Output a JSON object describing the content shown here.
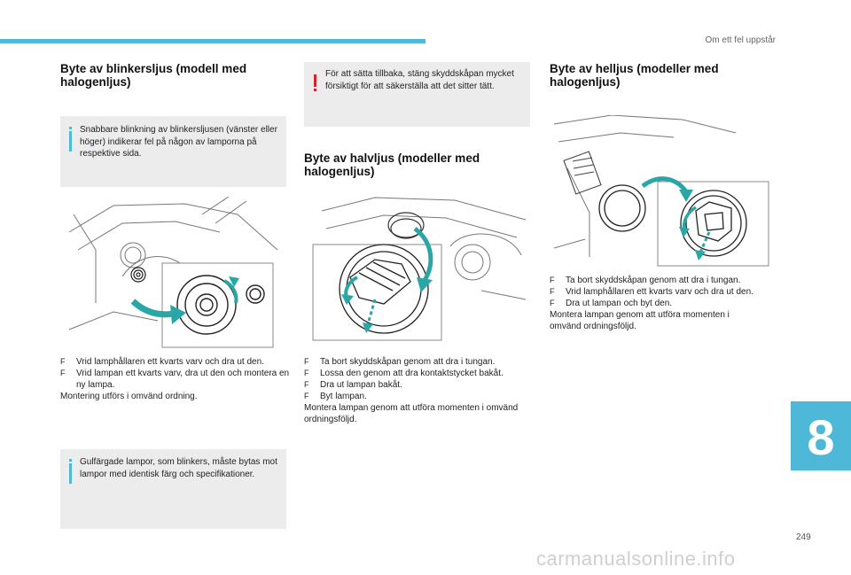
{
  "header": {
    "title": "Om ett fel uppstår"
  },
  "chapter": {
    "number": "8"
  },
  "page": {
    "number": "249"
  },
  "watermark": "carmanualsonline.info",
  "col1": {
    "heading": "Byte av blinkersljus (modell med halogenljus)",
    "info1": "Snabbare blinkning av blinkersljusen (vänster eller höger) indikerar fel på någon av lamporna på respektive sida.",
    "steps": [
      "Vrid lamphållaren ett kvarts varv och dra ut den.",
      "Vrid lampan ett kvarts varv, dra ut den och montera en ny lampa."
    ],
    "note": "Montering utförs i omvänd ordning.",
    "info2": "Gulfärgade lampor, som blinkers, måste bytas mot lampor med identisk färg och specifikationer."
  },
  "col2": {
    "warning": "För att sätta tillbaka, stäng skyddskåpan mycket försiktigt för att säkerställa att det sitter tätt.",
    "heading": "Byte av halvljus (modeller med halogenljus)",
    "steps": [
      "Ta bort skyddskåpan genom att dra i tungan.",
      "Lossa den genom att dra kontaktstycket bakåt.",
      "Dra ut lampan bakåt.",
      "Byt lampan."
    ],
    "note": "Montera lampan genom att utföra momenten i omvänd ordningsföljd."
  },
  "col3": {
    "heading": "Byte av helljus (modeller med halogenljus)",
    "steps": [
      "Ta bort skyddskåpan genom att dra i tungan.",
      "Vrid lamphållaren ett kvarts varv och dra ut den.",
      "Dra ut lampan och byt den."
    ],
    "note": "Montera lampan genom att utföra momenten i omvänd ordningsföljd."
  },
  "bullet_glyph": "F",
  "colors": {
    "accent": "#4db8d8",
    "warning": "#d4232a",
    "box": "#ececec",
    "arrow": "#2aa6a6"
  }
}
